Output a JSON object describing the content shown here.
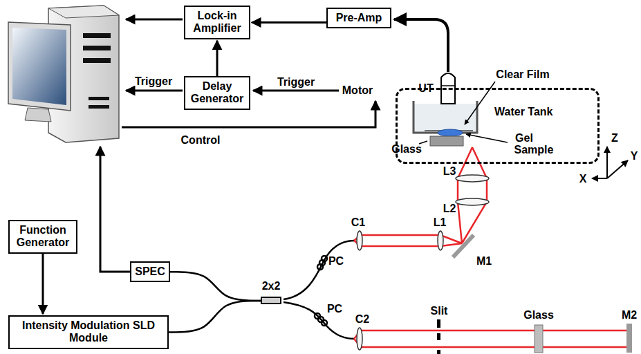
{
  "diagram": {
    "nodes": [
      {
        "text": [
          "Lock-in Amplifier"
        ]
      },
      {
        "text": [
          "Pre-Amp"
        ]
      },
      {
        "text": [
          "Delay Generator"
        ]
      },
      {
        "text": [
          "Water Tank"
        ]
      },
      {
        "text": [
          "Function Generator"
        ]
      },
      {
        "text": [
          "SPEC"
        ]
      },
      {
        "text": [
          "2x2"
        ]
      },
      {
        "text": [
          "Intensity Modulation SLD Module"
        ]
      }
    ],
    "edges": [
      {
        "from": 1,
        "to": 0,
        "arrow": "to"
      },
      {
        "from": 2,
        "to": 0,
        "arrow": "to"
      },
      {
        "from": 4,
        "to": 7,
        "arrow": "to"
      },
      {
        "from": 7,
        "to": 6,
        "arrow": "none"
      },
      {
        "from": 5,
        "to": 6,
        "arrow": "none"
      }
    ],
    "labels": [
      "Trigger",
      "Trigger",
      "Motor",
      "Control",
      "UT",
      "Clear Film",
      "Glass",
      "Gel",
      "Sample",
      "Z",
      "X",
      "Y",
      "C1",
      "PC",
      "L1",
      "L2",
      "L3",
      "M1",
      "PC",
      "C2",
      "Slit",
      "Glass",
      "M2"
    ]
  }
}
